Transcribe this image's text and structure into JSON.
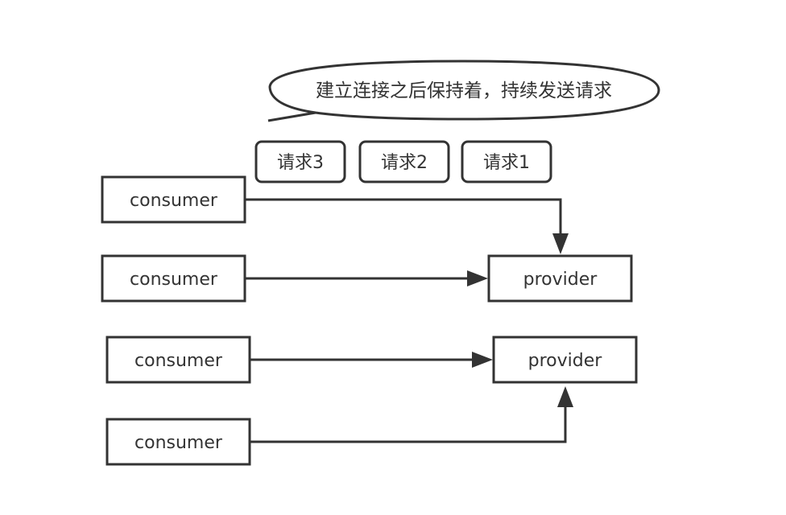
{
  "callout": {
    "text": "建立连接之后保持着，持续发送请求"
  },
  "requests": [
    "请求3",
    "请求2",
    "请求1"
  ],
  "consumers": [
    "consumer",
    "consumer",
    "consumer",
    "consumer"
  ],
  "providers": [
    "provider",
    "provider"
  ]
}
